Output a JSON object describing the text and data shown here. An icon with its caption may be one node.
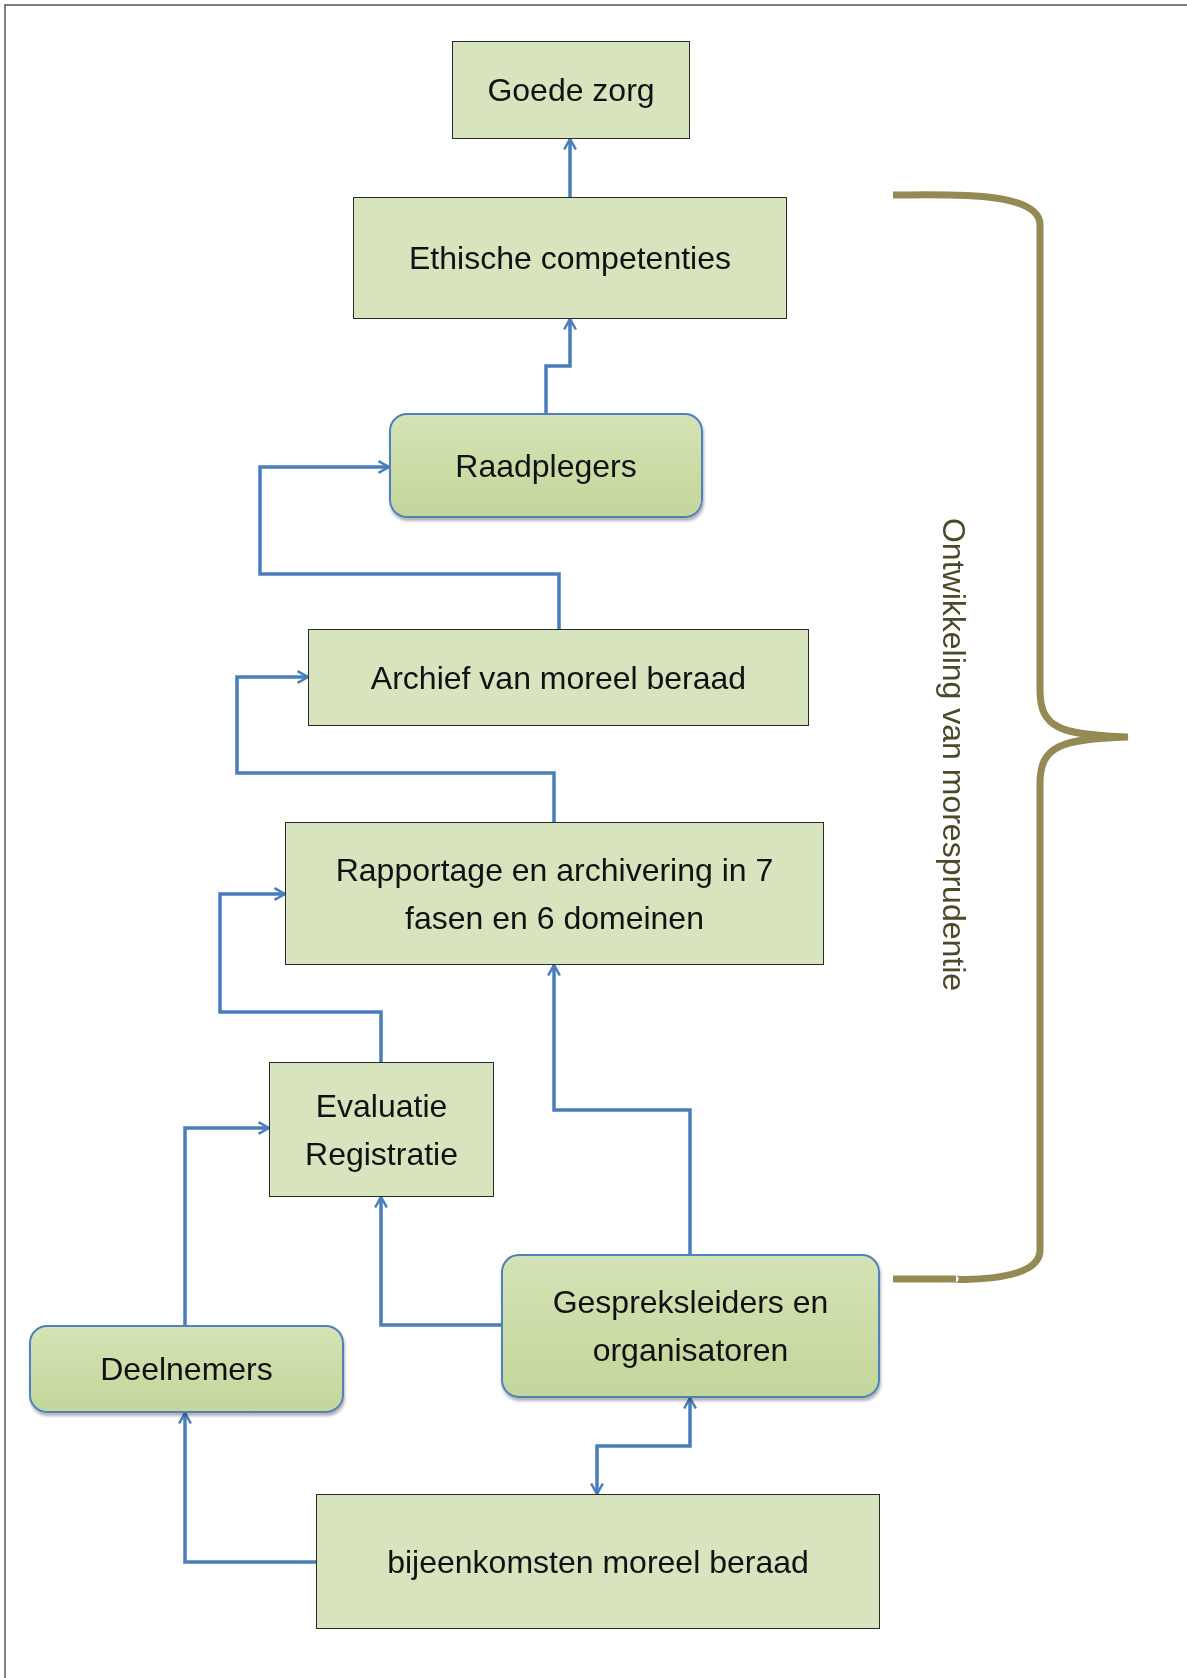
{
  "diagram": {
    "nodes": [
      {
        "text": [
          "Goede zorg"
        ]
      },
      {
        "text": [
          "Ethische competenties"
        ]
      },
      {
        "text": [
          "Raadplegers"
        ]
      },
      {
        "text": [
          "Archief van moreel beraad"
        ]
      },
      {
        "text": [
          "Rapportage en archivering in 7 fasen en 6 domeinen"
        ]
      },
      {
        "text": [
          "Evaluatie Registratie"
        ]
      },
      {
        "text": [
          "Gespreksleiders en organisatoren"
        ]
      },
      {
        "text": [
          "Deelnemers"
        ]
      },
      {
        "text": [
          "bijeenkomsten moreel beraad"
        ]
      }
    ],
    "edges": [
      {
        "from": 1,
        "to": 0,
        "arrow": "to"
      },
      {
        "from": 2,
        "to": 1,
        "arrow": "to"
      },
      {
        "from": 3,
        "to": 2,
        "arrow": "to"
      },
      {
        "from": 4,
        "to": 3,
        "arrow": "to"
      },
      {
        "from": 5,
        "to": 4,
        "arrow": "to"
      },
      {
        "from": 6,
        "to": 4,
        "arrow": "to"
      },
      {
        "from": 6,
        "to": 5,
        "arrow": "to"
      },
      {
        "from": 7,
        "to": 5,
        "arrow": "to"
      },
      {
        "from": 8,
        "to": 7,
        "arrow": "to"
      },
      {
        "from": 6,
        "to": 8,
        "arrow": "both"
      }
    ],
    "labels": [
      "Ontwikkeling van moresprudentie"
    ]
  }
}
